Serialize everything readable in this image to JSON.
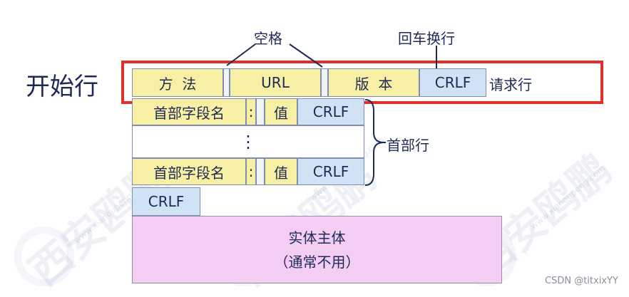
{
  "start_line_label": "开始行",
  "request_line": {
    "method": "方  法",
    "url": "URL",
    "version": "版  本",
    "crlf": "CRLF",
    "label": "请求行"
  },
  "annotations": {
    "space": "空格",
    "crlf_note": "回车换行"
  },
  "header_lines": {
    "field_name": "首部字段名",
    "colon": ":",
    "value": "值",
    "crlf": "CRLF",
    "ellipsis": "⋮",
    "label": "首部行"
  },
  "blank_line": {
    "crlf": "CRLF"
  },
  "body": {
    "line1": "实体主体",
    "line2": "（通常不用）"
  },
  "watermark": {
    "text": "西安鸥鹏",
    "site": "www.xianoupeng.com"
  },
  "credit": "CSDN @titxixYY",
  "colors": {
    "highlight_border": "#e0302a",
    "method_fill": "#f7efa4",
    "crlf_fill": "#cfe3f4",
    "body_fill": "#f4cdf2",
    "text": "#1e2a55"
  }
}
